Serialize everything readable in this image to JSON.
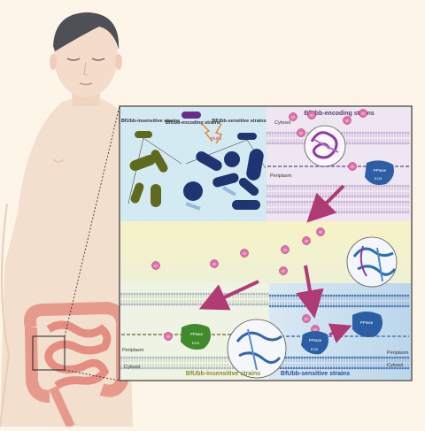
{
  "panels": {
    "top_left": {
      "insensitive_label": "BfUbb-insensitive strains",
      "encoding_label": "BfUbb-encoding strains",
      "sensitive_label": "BfUbb-sensitive strains",
      "protein_label": "BfUbb"
    },
    "top_right": {
      "title": "BfUbb-encoding strains",
      "cytosol": "Cytosol",
      "periplasm": "Periplasm",
      "enzyme": "PPIase",
      "residue": "E115"
    },
    "bottom_left": {
      "title": "BfUbb-insensitive strains",
      "periplasm": "Periplasm",
      "cytosol": "Cytosol",
      "enzyme": "PPIase",
      "residue": "E115"
    },
    "bottom_right": {
      "title": "BfUbb-sensitive strains",
      "periplasm": "Periplasm",
      "cytosol": "Cytosol",
      "enzyme_a": "PPIase",
      "enzyme_b": "PPIase",
      "residue": "E115"
    },
    "ubb_badge": "Ub"
  },
  "colors": {
    "background": "#fdf6e8",
    "skin": "#f3dfcd",
    "intestine": "#e59a8c",
    "insensitive_bacteria": "#5f6a1f",
    "sensitive_bacteria": "#1f3572",
    "encoding_bacteria": "#6b2b8a",
    "arrow": "#b03a74",
    "ubb_badge": "#e070a8",
    "insensitive_title": "#8a8a22",
    "sensitive_title": "#244a9a"
  }
}
